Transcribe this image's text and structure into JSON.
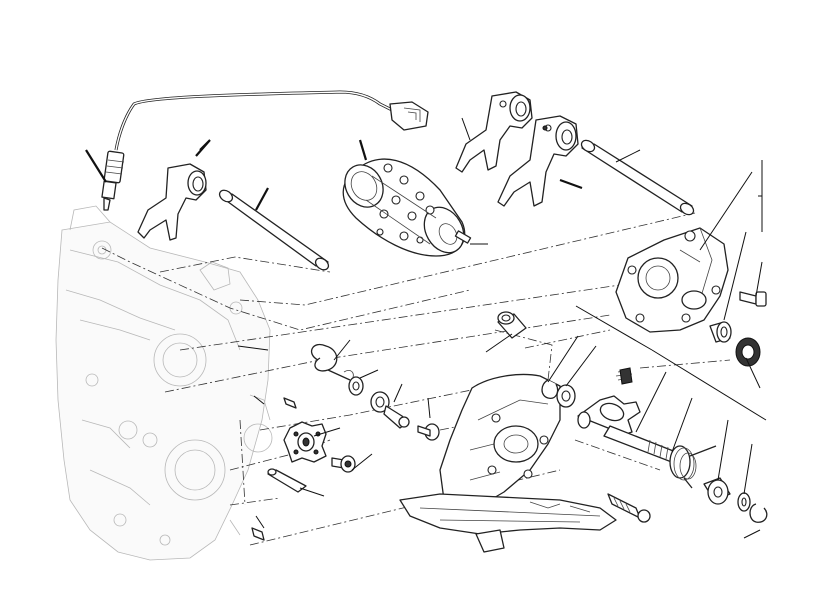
{
  "diagram": {
    "kind": "exploded-parts-view",
    "colors": {
      "line": "#222222",
      "housing": "#b8b8b8",
      "background": "#ffffff",
      "dark_part": "#333333"
    },
    "parts": [
      "neutral-sensor",
      "sensor-cable",
      "sensor-connector",
      "shift-fork-left",
      "fork-rod-left",
      "selector-drum",
      "shift-fork-upper",
      "shift-fork-middle",
      "fork-rod-right",
      "shift-cover",
      "cover-bolt",
      "shaft-bushing",
      "oil-seal",
      "spacer-sleeve",
      "detent-spring",
      "washer-small",
      "detent-lever",
      "lever-bolt",
      "dowel-pin",
      "star-cam",
      "cam-screw",
      "dowel-pin-lower",
      "small-pin-lower",
      "circlip",
      "washer",
      "selector-shaft",
      "small-spring",
      "return-spring",
      "collar",
      "washer-right",
      "circlip-right",
      "bracket-bolt",
      "mounting-bracket",
      "crankcase"
    ]
  }
}
